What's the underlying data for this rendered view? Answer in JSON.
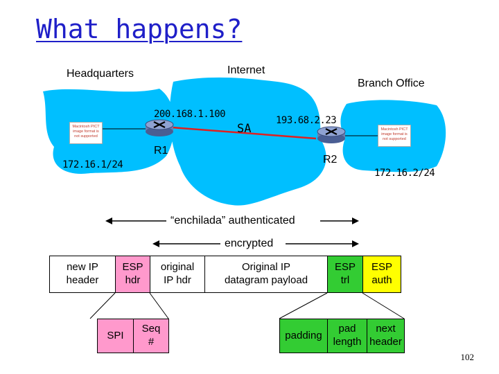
{
  "title": "What happens?",
  "labels": {
    "headquarters": "Headquarters",
    "internet": "Internet",
    "branch_office": "Branch Office",
    "sa": "SA",
    "r1": "R1",
    "r2": "R2",
    "ip_r1": "200.168.1.100",
    "ip_r2": "193.68.2.23",
    "subnet_hq": "172.16.1/24",
    "subnet_branch": "172.16.2/24"
  },
  "placeholder_picture": "Macintosh PICT\nimage format\nis not supported",
  "arrows": {
    "authenticated": "“enchilada” authenticated",
    "encrypted": "encrypted"
  },
  "packet": {
    "new_ip_header": "new IP\nheader",
    "esp_hdr": "ESP\nhdr",
    "original_ip_hdr": "original\nIP hdr",
    "payload": "Original IP\ndatagram payload",
    "esp_trl": "ESP\ntrl",
    "esp_auth": "ESP\nauth",
    "spi": "SPI",
    "seq": "Seq\n#",
    "padding": "padding",
    "pad_length": "pad\nlength",
    "next_header": "next\nheader"
  },
  "page_number": "102",
  "colors": {
    "title": "#1f1fc8",
    "cloud": "#00bfff",
    "tunnel": "#e02020",
    "esp_header_fill": "#ff99cc",
    "esp_trailer_fill": "#33cc33",
    "esp_auth_fill": "#ffff00"
  }
}
